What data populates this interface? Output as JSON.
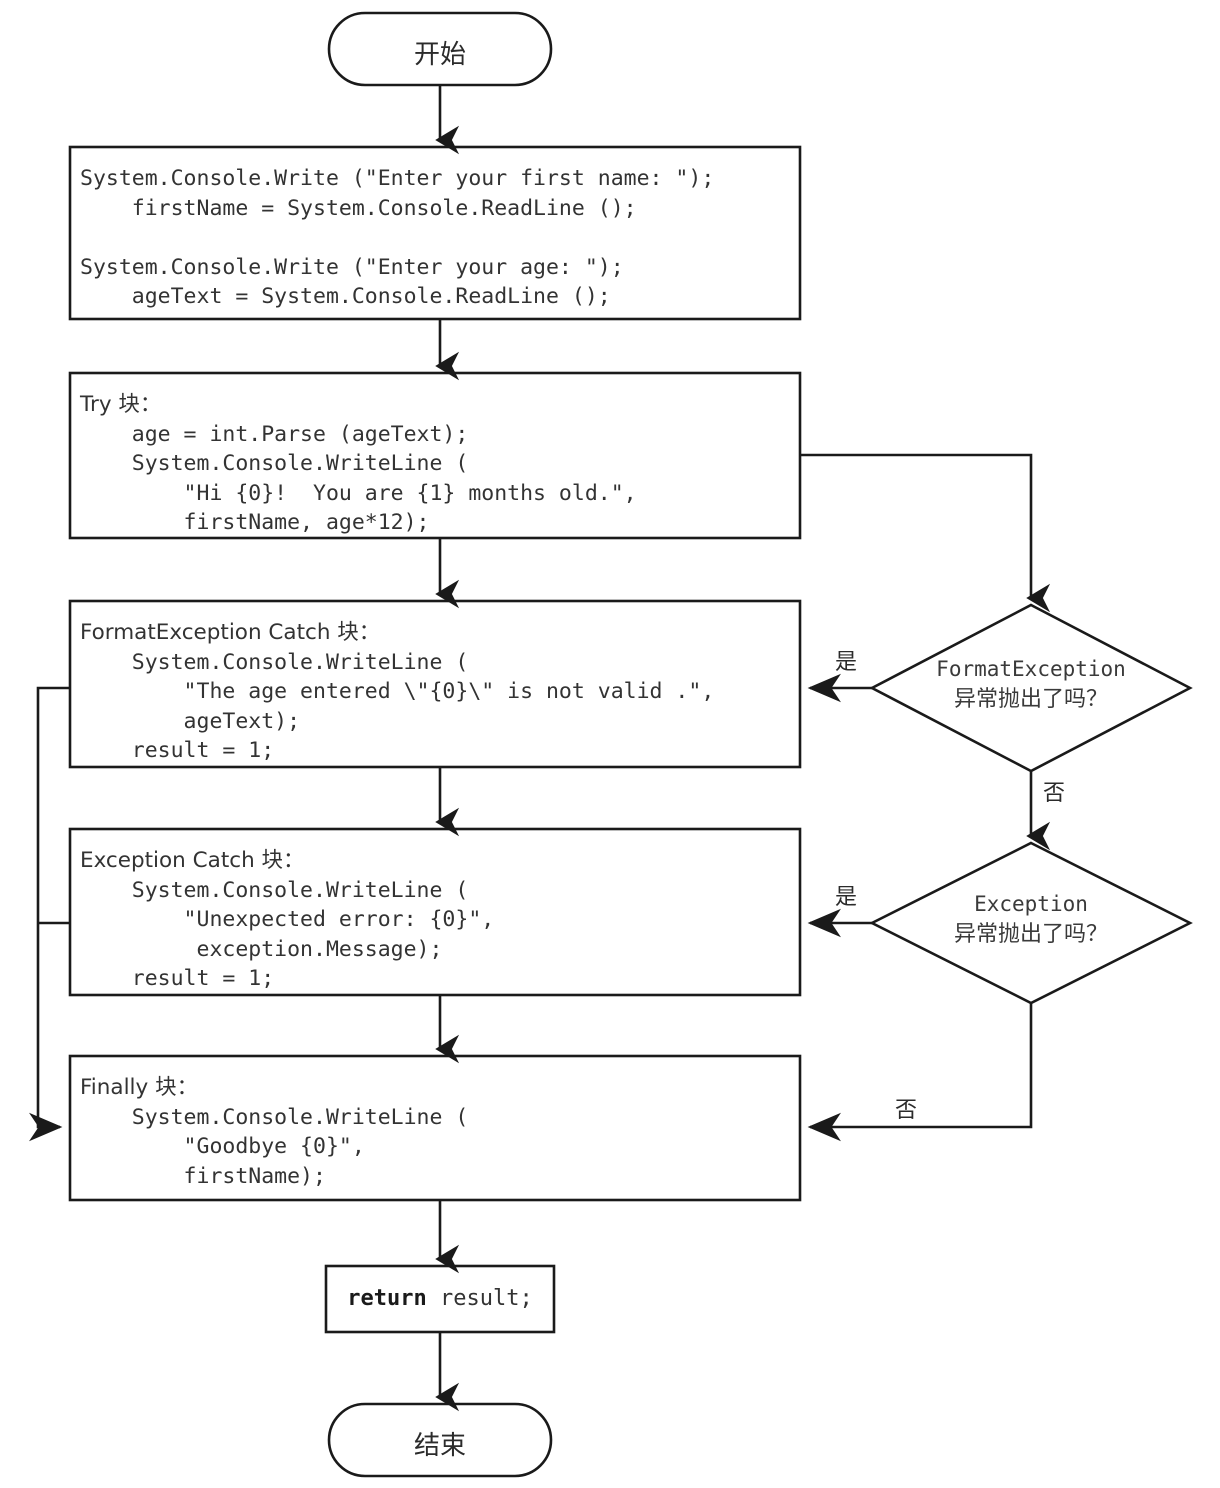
{
  "diagram": {
    "title": "C# try/catch/finally 异常处理流程图",
    "language": "zh-CN",
    "colors": {
      "background": "#ffffff",
      "stroke": "#1a1a1a",
      "text": "#333333"
    }
  },
  "nodes": {
    "start": {
      "shape": "terminator",
      "label": "开始"
    },
    "input_block": {
      "shape": "process",
      "lines": [
        "System.Console.Write (\"Enter your first name: \");",
        "    firstName = System.Console.ReadLine ();",
        "",
        "System.Console.Write (\"Enter your age: \");",
        "    ageText = System.Console.ReadLine ();"
      ]
    },
    "try_block": {
      "shape": "process",
      "heading": "Try 块：",
      "lines": [
        "Try 块：",
        "    age = int.Parse (ageText);",
        "    System.Console.WriteLine (",
        "        \"Hi {0}!  You are {1} months old.\",",
        "        firstName, age*12);"
      ]
    },
    "format_catch_block": {
      "shape": "process",
      "heading": "FormatException Catch 块：",
      "lines": [
        "FormatException Catch 块：",
        "    System.Console.WriteLine (",
        "        \"The age entered \\\"{0}\\\" is not valid .\",",
        "        ageText);",
        "    result = 1;"
      ]
    },
    "exception_catch_block": {
      "shape": "process",
      "heading": "Exception Catch 块：",
      "lines": [
        "Exception Catch 块：",
        "    System.Console.WriteLine (",
        "        \"Unexpected error: {0}\",",
        "         exception.Message);",
        "    result = 1;"
      ]
    },
    "finally_block": {
      "shape": "process",
      "heading": "Finally 块：",
      "lines": [
        "Finally 块：",
        "    System.Console.WriteLine (",
        "        \"Goodbye {0}\",",
        "        firstName);"
      ]
    },
    "return_block": {
      "shape": "process",
      "keyword": "return",
      "rest": " result;"
    },
    "end": {
      "shape": "terminator",
      "label": "结束"
    },
    "decision_format": {
      "shape": "decision",
      "line1": "FormatException",
      "line2": "异常抛出了吗？"
    },
    "decision_exception": {
      "shape": "decision",
      "line1": "Exception",
      "line2": "异常抛出了吗？"
    }
  },
  "edges": {
    "format_yes": "是",
    "format_no": "否",
    "exception_yes": "是",
    "exception_no": "否"
  }
}
